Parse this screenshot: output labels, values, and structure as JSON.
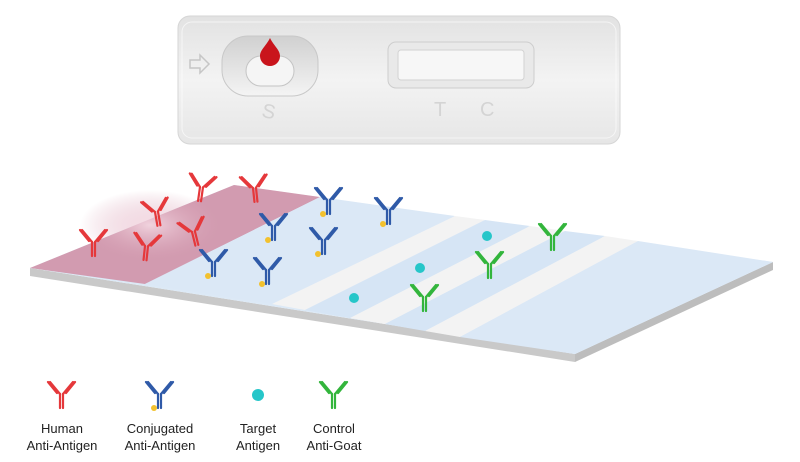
{
  "cassette": {
    "sample_label": "S",
    "test_label": "T",
    "control_label": "C"
  },
  "legend": [
    {
      "line1": "Human",
      "line2": "Anti-Antigen",
      "icon": "antibody-icon",
      "color": "#e5383b"
    },
    {
      "line1": "Conjugated",
      "line2": "Anti-Antigen",
      "icon": "conjugated-antibody-icon",
      "color": "#2f5aa8"
    },
    {
      "line1": "Target",
      "line2": "Antigen",
      "icon": "antigen-icon",
      "color": "#26c6c9"
    },
    {
      "line1": "Control",
      "line2": "Anti-Goat",
      "icon": "antibody-icon",
      "color": "#33b53c"
    }
  ],
  "colors": {
    "human": "#e5383b",
    "conjugated": "#2f5aa8",
    "gold": "#f2c12e",
    "antigen": "#26c6c9",
    "control": "#33b53c",
    "sample_pad": "#d9a3b6",
    "membrane": "#d9e7f5"
  }
}
